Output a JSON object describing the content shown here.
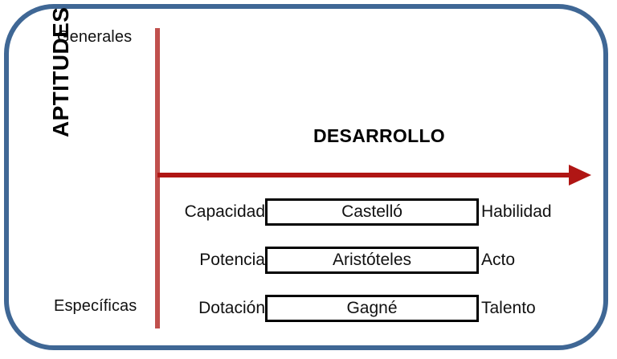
{
  "frame": {
    "border_color": "#3F6795"
  },
  "axes": {
    "vertical": {
      "title": "APTITUDES",
      "top_label": "Generales",
      "bottom_label": "Específicas",
      "color": "#C0504D"
    },
    "horizontal": {
      "title": "DESARROLLO",
      "color": "#B01614",
      "arrow": "arrow-right-icon"
    }
  },
  "rows": [
    {
      "left": "Capacidad",
      "center": "Castelló",
      "right": "Habilidad"
    },
    {
      "left": "Potencia",
      "center": "Aristóteles",
      "right": "Acto"
    },
    {
      "left": "Dotación",
      "center": "Gagné",
      "right": "Talento"
    }
  ]
}
